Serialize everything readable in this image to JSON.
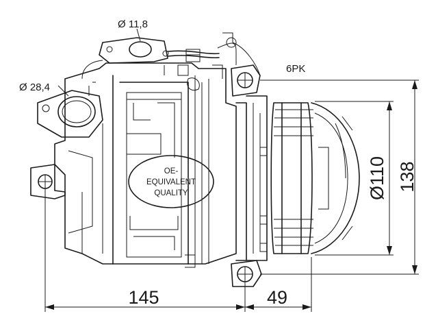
{
  "labels": {
    "dia_port_top": "Ø 11,8",
    "dia_port_left": "Ø 28,4",
    "belt": "6PK",
    "dia_pulley": "Ø110",
    "height": "138",
    "length_body": "145",
    "length_pulley": "49"
  },
  "badge": {
    "line1": "OE-",
    "line2": "EQUIVALENT",
    "line3": "QUALITY"
  }
}
